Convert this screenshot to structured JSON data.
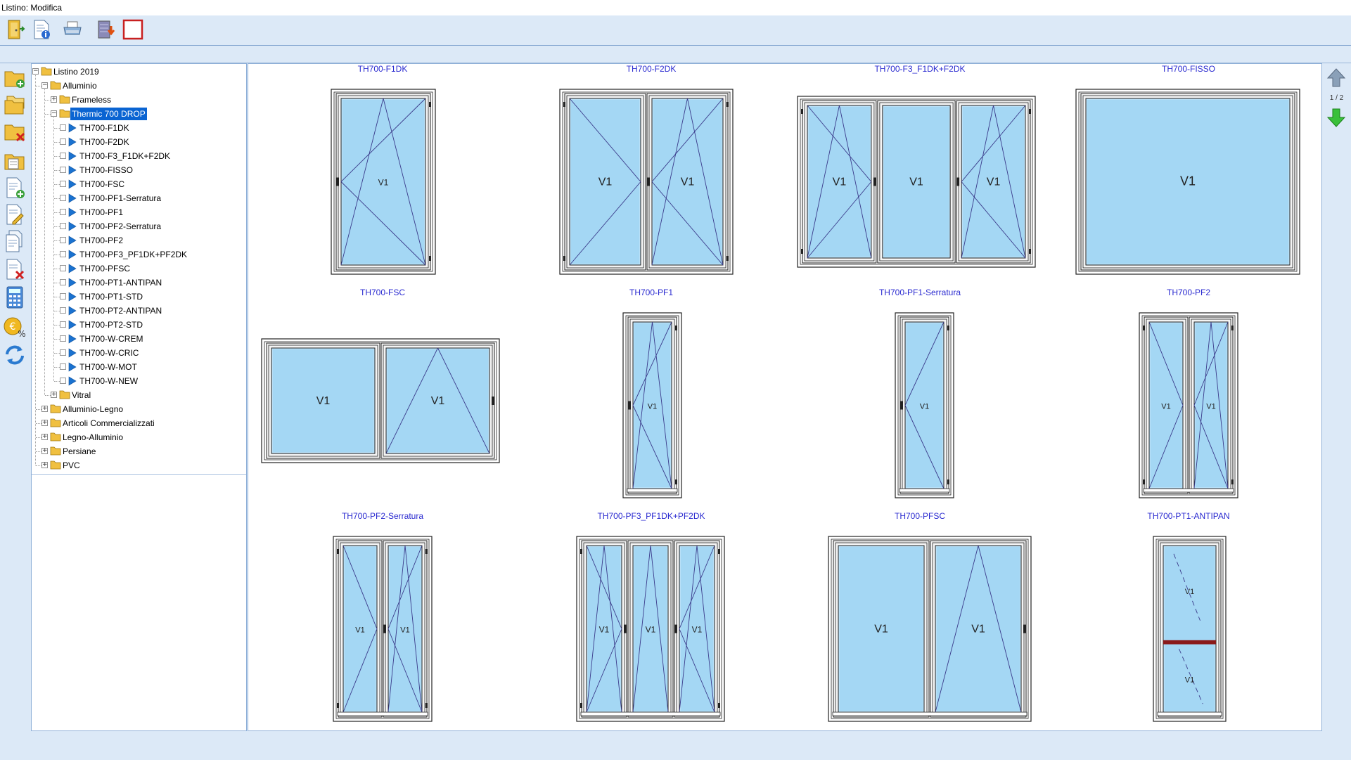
{
  "window": {
    "title": "Listino: Modifica"
  },
  "toolbar": {
    "buttons": [
      {
        "name": "exit-button",
        "icon": "door-exit-icon"
      },
      {
        "name": "info-button",
        "icon": "document-info-icon"
      },
      {
        "name": "print-button",
        "icon": "printer-icon"
      },
      {
        "name": "export-button",
        "icon": "database-export-icon"
      },
      {
        "name": "frame-button",
        "icon": "red-square-icon"
      }
    ]
  },
  "sidebar_tools": [
    {
      "name": "new-folder-button",
      "icon": "folder-add-icon"
    },
    {
      "name": "open-folder-button",
      "icon": "folders-icon"
    },
    {
      "name": "delete-folder-button",
      "icon": "folder-delete-icon"
    },
    {
      "name": "folder-properties-button",
      "icon": "folder-document-icon"
    },
    {
      "name": "new-document-button",
      "icon": "document-add-icon"
    },
    {
      "name": "edit-document-button",
      "icon": "document-edit-icon"
    },
    {
      "name": "copy-document-button",
      "icon": "documents-copy-icon"
    },
    {
      "name": "delete-document-button",
      "icon": "document-delete-icon"
    },
    {
      "name": "calculator-button",
      "icon": "calculator-icon"
    },
    {
      "name": "price-percent-button",
      "icon": "euro-percent-icon"
    },
    {
      "name": "refresh-button",
      "icon": "refresh-icon"
    }
  ],
  "tree": {
    "root": "Listino 2019",
    "alluminio": "Alluminio",
    "frameless": "Frameless",
    "thermic": "Thermic 700 DROP",
    "items": [
      "TH700-F1DK",
      "TH700-F2DK",
      "TH700-F3_F1DK+F2DK",
      "TH700-FISSO",
      "TH700-FSC",
      "TH700-PF1-Serratura",
      "TH700-PF1",
      "TH700-PF2-Serratura",
      "TH700-PF2",
      "TH700-PF3_PF1DK+PF2DK",
      "TH700-PFSC",
      "TH700-PT1-ANTIPAN",
      "TH700-PT1-STD",
      "TH700-PT2-ANTIPAN",
      "TH700-PT2-STD",
      "TH700-W-CREM",
      "TH700-W-CRIC",
      "TH700-W-MOT",
      "TH700-W-NEW"
    ],
    "vitral": "Vitral",
    "others": [
      "Alluminio-Legno",
      "Articoli Commercializzati",
      "Legno-Alluminio",
      "Persiane",
      "PVC"
    ]
  },
  "gallery": {
    "sash_label": "V1",
    "cells": [
      {
        "label": "TH700-F1DK"
      },
      {
        "label": "TH700-F2DK"
      },
      {
        "label": "TH700-F3_F1DK+F2DK"
      },
      {
        "label": "TH700-FISSO"
      },
      {
        "label": "TH700-FSC"
      },
      {
        "label": "TH700-PF1"
      },
      {
        "label": "TH700-PF1-Serratura"
      },
      {
        "label": "TH700-PF2"
      },
      {
        "label": "TH700-PF2-Serratura"
      },
      {
        "label": "TH700-PF3_PF1DK+PF2DK"
      },
      {
        "label": "TH700-PFSC"
      },
      {
        "label": "TH700-PT1-ANTIPAN"
      }
    ]
  },
  "pager": {
    "text": "1 / 2"
  },
  "colors": {
    "accent": "#0a64d2",
    "glass": "#b9e0f7",
    "label": "#2a2ad0"
  }
}
